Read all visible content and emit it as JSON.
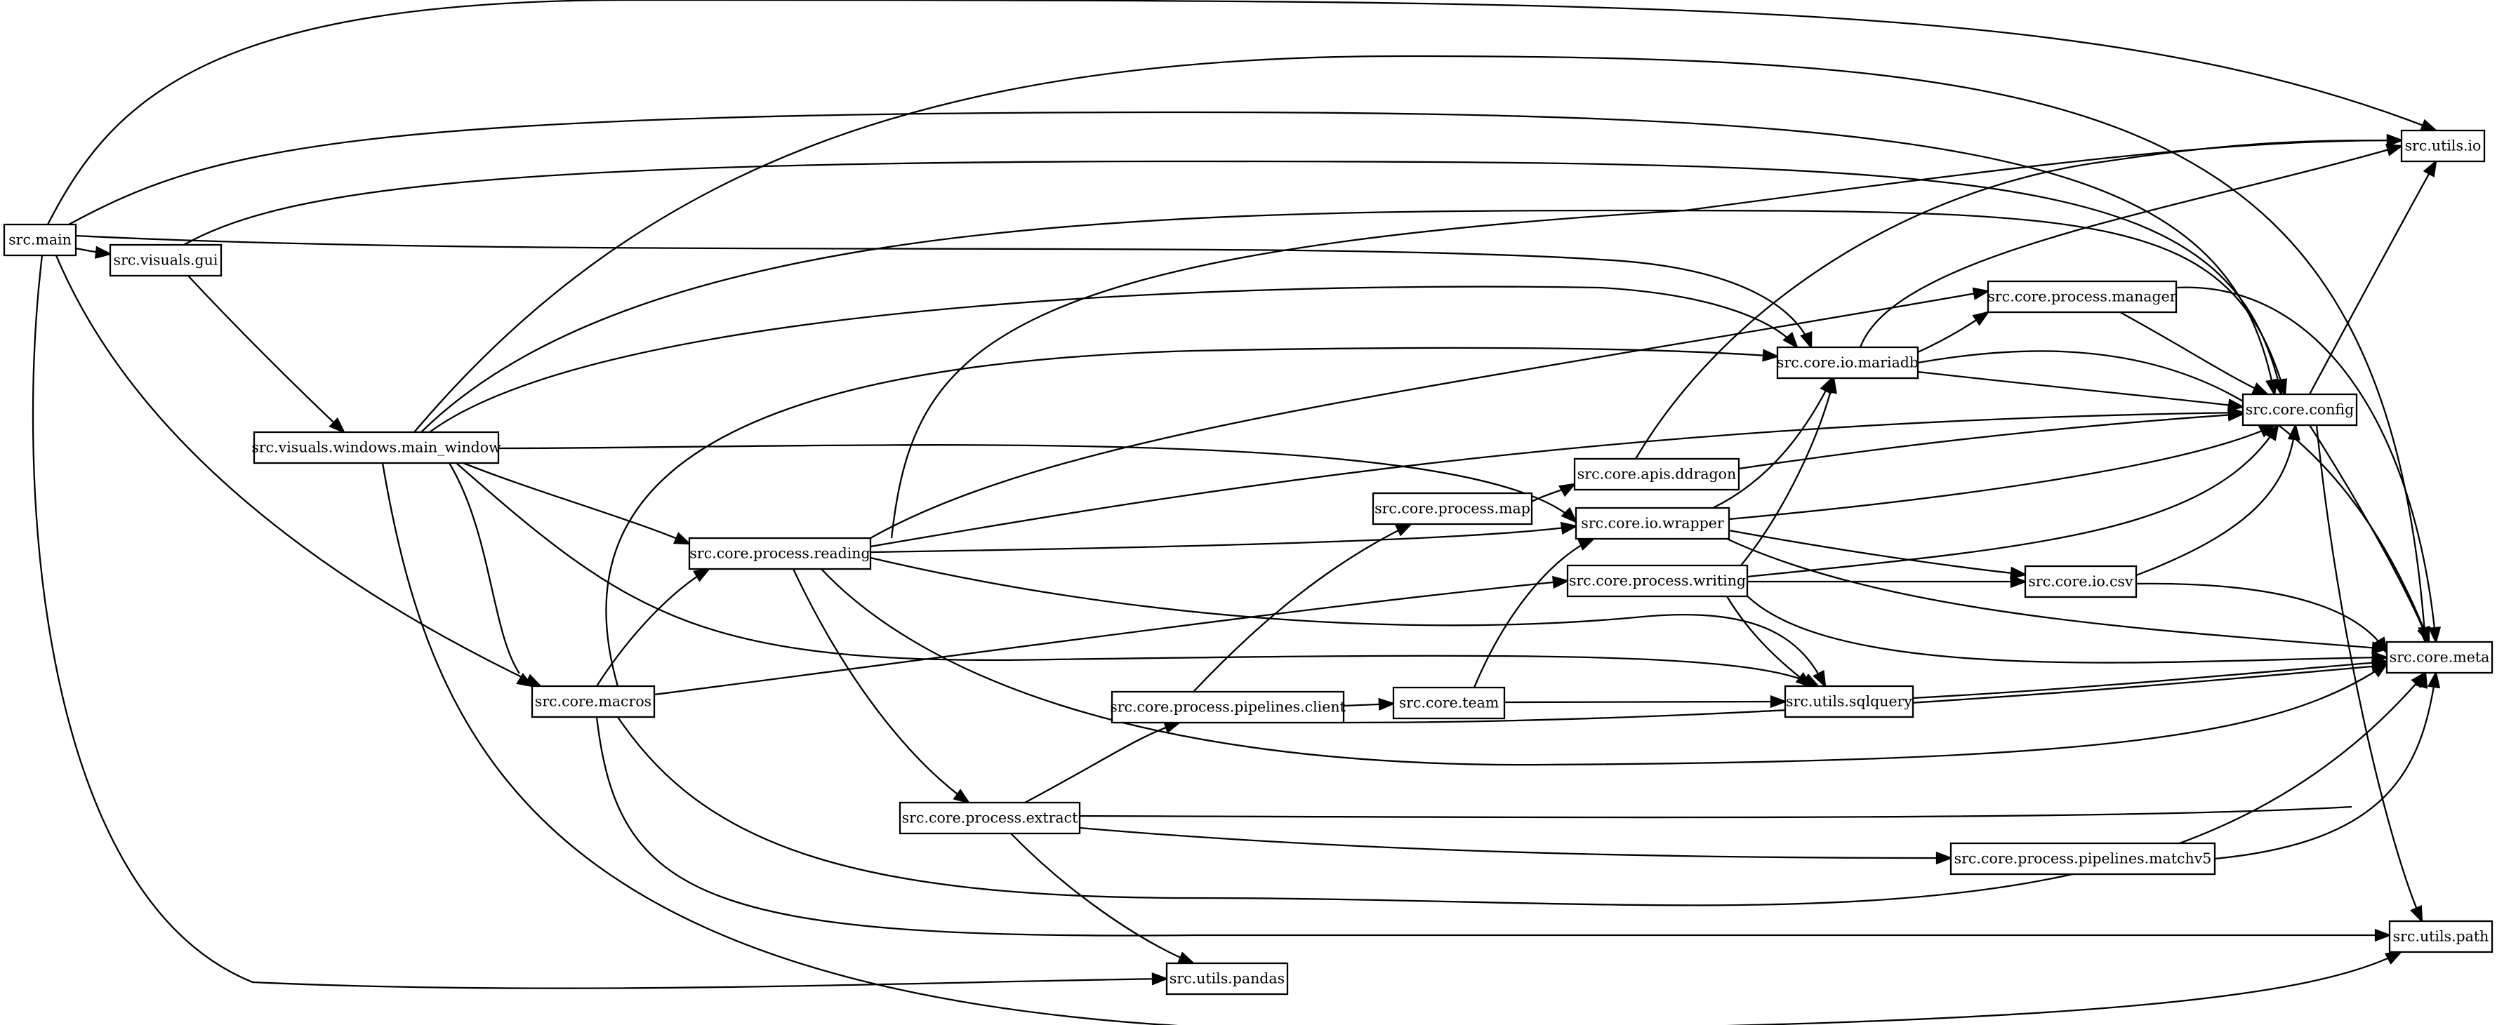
{
  "nodes": [
    {
      "id": "src_main",
      "label": "src.main"
    },
    {
      "id": "src_visuals_gui",
      "label": "src.visuals.gui"
    },
    {
      "id": "src_visuals_windows_main_window",
      "label": "src.visuals.windows.main_window"
    },
    {
      "id": "src_core_macros",
      "label": "src.core.macros"
    },
    {
      "id": "src_core_process_reading",
      "label": "src.core.process.reading"
    },
    {
      "id": "src_core_process_extract",
      "label": "src.core.process.extract"
    },
    {
      "id": "src_core_process_pipelines_client",
      "label": "src.core.process.pipelines.client"
    },
    {
      "id": "src_core_process_map",
      "label": "src.core.process.map"
    },
    {
      "id": "src_core_team",
      "label": "src.core.team"
    },
    {
      "id": "src_core_process_writing",
      "label": "src.core.process.writing"
    },
    {
      "id": "src_core_io_wrapper",
      "label": "src.core.io.wrapper"
    },
    {
      "id": "src_core_apis_ddragon",
      "label": "src.core.apis.ddragon"
    },
    {
      "id": "src_core_io_mariadb",
      "label": "src.core.io.mariadb"
    },
    {
      "id": "src_core_process_manager",
      "label": "src.core.process.manager"
    },
    {
      "id": "src_utils_sqlquery",
      "label": "src.utils.sqlquery"
    },
    {
      "id": "src_utils_pandas",
      "label": "src.utils.pandas"
    },
    {
      "id": "src_core_io_csv",
      "label": "src.core.io.csv"
    },
    {
      "id": "src_core_process_pipelines_matchv5",
      "label": "src.core.process.pipelines.matchv5"
    },
    {
      "id": "src_core_config",
      "label": "src.core.config"
    },
    {
      "id": "src_utils_io",
      "label": "src.utils.io"
    },
    {
      "id": "src_core_meta",
      "label": "src.core.meta"
    },
    {
      "id": "src_utils_path",
      "label": "src.utils.path"
    }
  ],
  "edges": [
    {
      "from": "src_main",
      "to": "src_utils_io"
    },
    {
      "from": "src_main",
      "to": "src_core_config"
    },
    {
      "from": "src_main",
      "to": "src_visuals_gui"
    },
    {
      "from": "src_main",
      "to": "src_core_io_mariadb"
    },
    {
      "from": "src_main",
      "to": "src_core_macros"
    },
    {
      "from": "src_main",
      "to": "src_utils_pandas"
    },
    {
      "from": "src_visuals_gui",
      "to": "src_visuals_windows_main_window"
    },
    {
      "from": "src_visuals_gui",
      "to": "src_core_config"
    },
    {
      "from": "src_visuals_windows_main_window",
      "to": "src_core_meta"
    },
    {
      "from": "src_visuals_windows_main_window",
      "to": "src_core_config"
    },
    {
      "from": "src_visuals_windows_main_window",
      "to": "src_core_io_mariadb"
    },
    {
      "from": "src_visuals_windows_main_window",
      "to": "src_core_io_wrapper"
    },
    {
      "from": "src_visuals_windows_main_window",
      "to": "src_core_process_reading"
    },
    {
      "from": "src_visuals_windows_main_window",
      "to": "src_core_macros"
    },
    {
      "from": "src_visuals_windows_main_window",
      "to": "src_utils_sqlquery"
    },
    {
      "from": "src_visuals_windows_main_window",
      "to": "src_utils_path"
    },
    {
      "from": "src_core_macros",
      "to": "src_core_process_reading"
    },
    {
      "from": "src_core_macros",
      "to": "src_core_io_mariadb"
    },
    {
      "from": "src_core_macros",
      "to": "src_core_process_writing"
    },
    {
      "from": "src_core_macros",
      "to": "src_core_meta"
    },
    {
      "from": "src_core_macros",
      "to": "src_utils_path"
    },
    {
      "from": "src_core_process_reading",
      "to": "src_utils_io"
    },
    {
      "from": "src_core_process_reading",
      "to": "src_core_process_manager"
    },
    {
      "from": "src_core_process_reading",
      "to": "src_core_config"
    },
    {
      "from": "src_core_process_reading",
      "to": "src_core_io_wrapper"
    },
    {
      "from": "src_core_process_reading",
      "to": "src_utils_sqlquery"
    },
    {
      "from": "src_core_process_reading",
      "to": "src_core_process_extract"
    },
    {
      "from": "src_core_process_reading",
      "to": "src_core_meta"
    },
    {
      "from": "src_core_process_extract",
      "to": "src_core_process_pipelines_client"
    },
    {
      "from": "src_core_process_extract",
      "to": "src_core_meta"
    },
    {
      "from": "src_core_process_extract",
      "to": "src_core_process_pipelines_matchv5"
    },
    {
      "from": "src_core_process_extract",
      "to": "src_utils_pandas"
    },
    {
      "from": "src_core_process_pipelines_client",
      "to": "src_core_process_map"
    },
    {
      "from": "src_core_process_pipelines_client",
      "to": "src_core_team"
    },
    {
      "from": "src_core_process_pipelines_client",
      "to": "src_core_meta"
    },
    {
      "from": "src_core_team",
      "to": "src_core_io_wrapper"
    },
    {
      "from": "src_core_team",
      "to": "src_utils_sqlquery"
    },
    {
      "from": "src_core_process_map",
      "to": "src_core_apis_ddragon"
    },
    {
      "from": "src_core_apis_ddragon",
      "to": "src_utils_io"
    },
    {
      "from": "src_core_apis_ddragon",
      "to": "src_core_config"
    },
    {
      "from": "src_core_io_wrapper",
      "to": "src_core_io_mariadb"
    },
    {
      "from": "src_core_io_wrapper",
      "to": "src_core_config"
    },
    {
      "from": "src_core_io_wrapper",
      "to": "src_core_io_csv"
    },
    {
      "from": "src_core_io_wrapper",
      "to": "src_core_meta"
    },
    {
      "from": "src_core_process_writing",
      "to": "src_core_io_mariadb"
    },
    {
      "from": "src_core_process_writing",
      "to": "src_core_config"
    },
    {
      "from": "src_core_process_writing",
      "to": "src_core_io_csv"
    },
    {
      "from": "src_core_process_writing",
      "to": "src_core_meta"
    },
    {
      "from": "src_core_process_writing",
      "to": "src_utils_sqlquery"
    },
    {
      "from": "src_core_io_mariadb",
      "to": "src_utils_io"
    },
    {
      "from": "src_core_io_mariadb",
      "to": "src_core_process_manager"
    },
    {
      "from": "src_core_io_mariadb",
      "to": "src_core_config"
    },
    {
      "from": "src_core_io_mariadb",
      "to": "src_core_meta"
    },
    {
      "from": "src_core_process_manager",
      "to": "src_core_config"
    },
    {
      "from": "src_core_process_manager",
      "to": "src_core_meta"
    },
    {
      "from": "src_core_io_csv",
      "to": "src_core_config"
    },
    {
      "from": "src_core_io_csv",
      "to": "src_core_meta"
    },
    {
      "from": "src_utils_sqlquery",
      "to": "src_core_meta"
    },
    {
      "from": "src_core_process_pipelines_matchv5",
      "to": "src_core_meta"
    },
    {
      "from": "src_core_config",
      "to": "src_utils_io"
    },
    {
      "from": "src_core_config",
      "to": "src_core_meta"
    },
    {
      "from": "src_core_config",
      "to": "src_utils_path"
    }
  ]
}
